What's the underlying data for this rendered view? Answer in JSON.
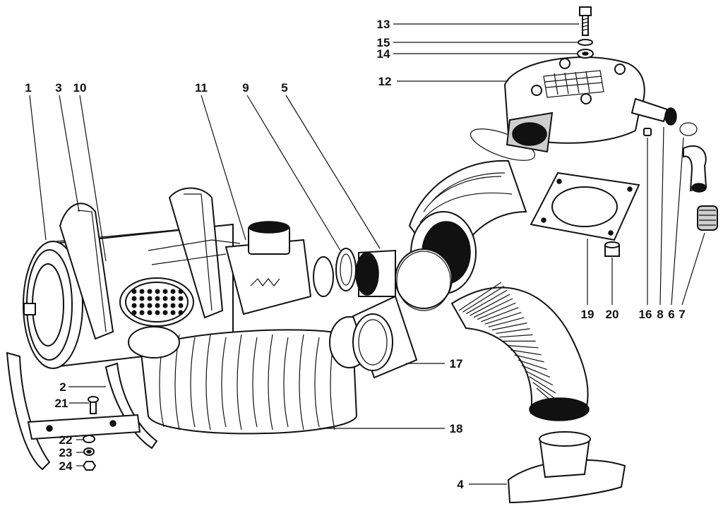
{
  "callouts": [
    "1",
    "3",
    "10",
    "11",
    "9",
    "5",
    "13",
    "15",
    "14",
    "12",
    "19",
    "20",
    "16",
    "8",
    "6",
    "7",
    "2",
    "21",
    "22",
    "23",
    "24",
    "17",
    "18",
    "4"
  ]
}
